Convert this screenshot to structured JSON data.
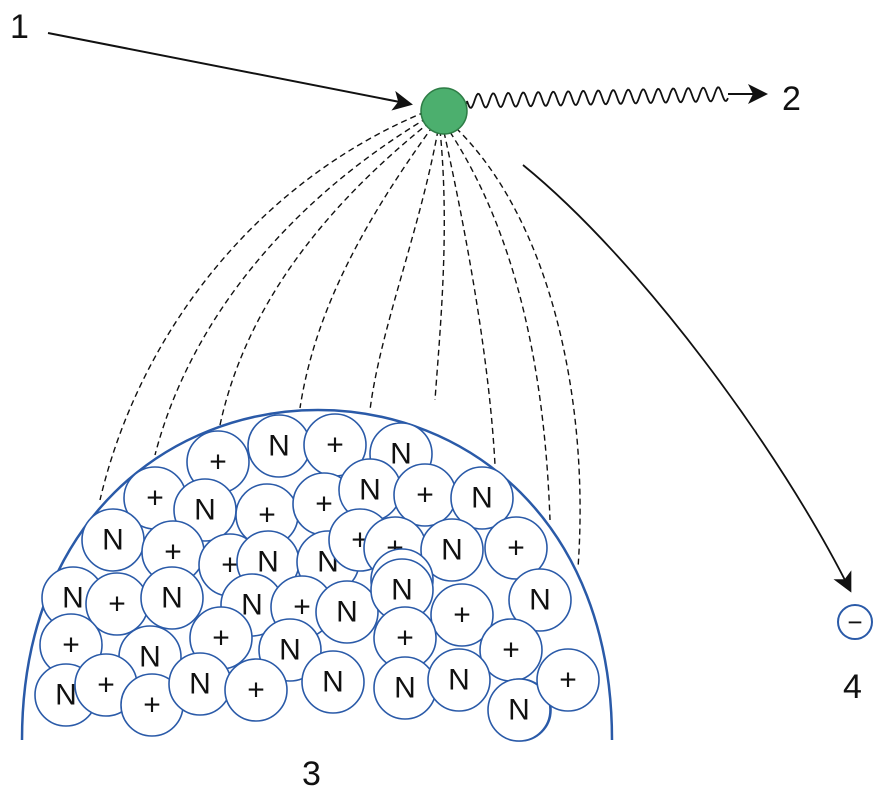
{
  "labels": {
    "one": "1",
    "two": "2",
    "three": "3",
    "four": "4"
  },
  "electron_symbol": "−",
  "nucleon_symbols": {
    "neutron": "N",
    "proton": "+"
  },
  "colors": {
    "projectile": "#4caf6e",
    "projectile_stroke": "#2e7d46",
    "nucleus_outline": "#2a5aa8",
    "nucleon_outline": "#2a5aa8",
    "lines": "#111111"
  },
  "nucleons": [
    {
      "t": "P"
    },
    {
      "t": "N"
    },
    {
      "t": "P"
    },
    {
      "t": "N"
    },
    {
      "t": "P"
    },
    {
      "t": "N"
    },
    {
      "t": "P"
    },
    {
      "t": "P"
    },
    {
      "t": "N"
    },
    {
      "t": "P"
    },
    {
      "t": "N"
    },
    {
      "t": "N"
    },
    {
      "t": "P"
    },
    {
      "t": "P"
    },
    {
      "t": "N"
    },
    {
      "t": "N"
    },
    {
      "t": "P"
    },
    {
      "t": "P"
    },
    {
      "t": "N"
    },
    {
      "t": "N"
    },
    {
      "t": "P"
    },
    {
      "t": "N"
    },
    {
      "t": "P"
    },
    {
      "t": "N"
    },
    {
      "t": "N"
    },
    {
      "t": "P"
    },
    {
      "t": "N"
    },
    {
      "t": "N"
    },
    {
      "t": "P"
    },
    {
      "t": "N"
    },
    {
      "t": "P"
    },
    {
      "t": "N"
    },
    {
      "t": "P"
    },
    {
      "t": "N"
    },
    {
      "t": "N"
    },
    {
      "t": "P"
    },
    {
      "t": "P"
    },
    {
      "t": "N"
    },
    {
      "t": "P"
    },
    {
      "t": "P"
    },
    {
      "t": "N"
    },
    {
      "t": "P"
    },
    {
      "t": "N"
    },
    {
      "t": "N"
    },
    {
      "t": "N"
    },
    {
      "t": "N"
    },
    {
      "t": "P"
    }
  ]
}
